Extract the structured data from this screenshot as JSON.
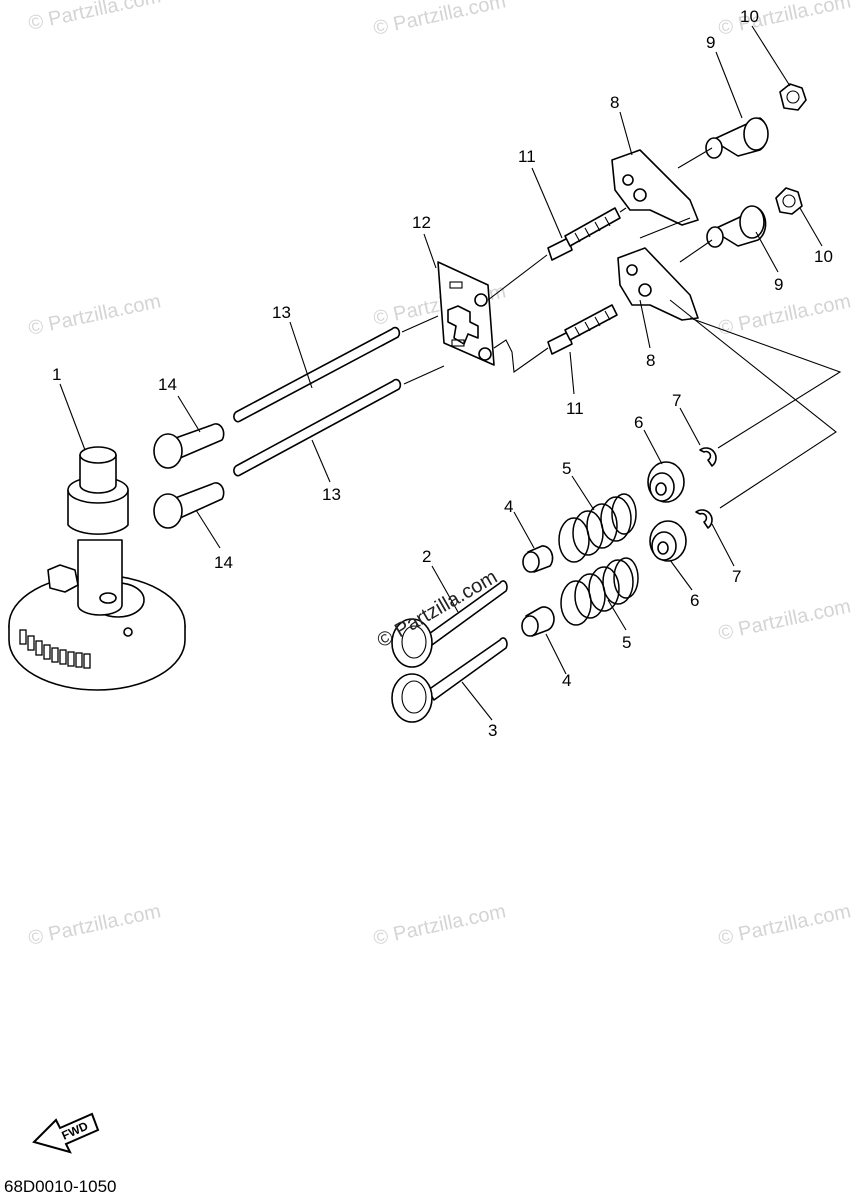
{
  "diagram": {
    "watermark": "© Partzilla.com",
    "watermark_center": "© Partzilla.com",
    "diagram_code": "68D0010-1050",
    "fwd_label": "FWD",
    "callouts": {
      "c1": "1",
      "c2": "2",
      "c3": "3",
      "c4a": "4",
      "c4b": "4",
      "c5a": "5",
      "c5b": "5",
      "c6a": "6",
      "c6b": "6",
      "c7a": "7",
      "c7b": "7",
      "c8a": "8",
      "c8b": "8",
      "c9a": "9",
      "c9b": "9",
      "c10a": "10",
      "c10b": "10",
      "c11a": "11",
      "c11b": "11",
      "c12": "12",
      "c13a": "13",
      "c13b": "13",
      "c14a": "14",
      "c14b": "14"
    }
  }
}
